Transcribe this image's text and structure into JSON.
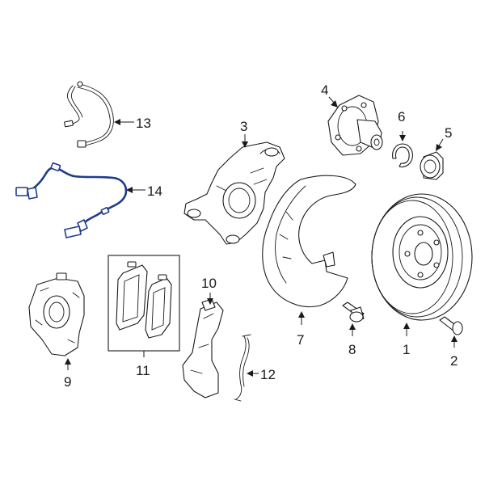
{
  "callouts": [
    {
      "id": "1",
      "label": "1"
    },
    {
      "id": "2",
      "label": "2"
    },
    {
      "id": "3",
      "label": "3"
    },
    {
      "id": "4",
      "label": "4"
    },
    {
      "id": "5",
      "label": "5"
    },
    {
      "id": "6",
      "label": "6"
    },
    {
      "id": "7",
      "label": "7"
    },
    {
      "id": "8",
      "label": "8"
    },
    {
      "id": "9",
      "label": "9"
    },
    {
      "id": "10",
      "label": "10"
    },
    {
      "id": "11",
      "label": "11"
    },
    {
      "id": "12",
      "label": "12"
    },
    {
      "id": "13",
      "label": "13"
    },
    {
      "id": "14",
      "label": "14"
    }
  ],
  "colors": {
    "line": "#1a1a1a",
    "highlight": "#1f3c8c",
    "background": "#ffffff"
  }
}
